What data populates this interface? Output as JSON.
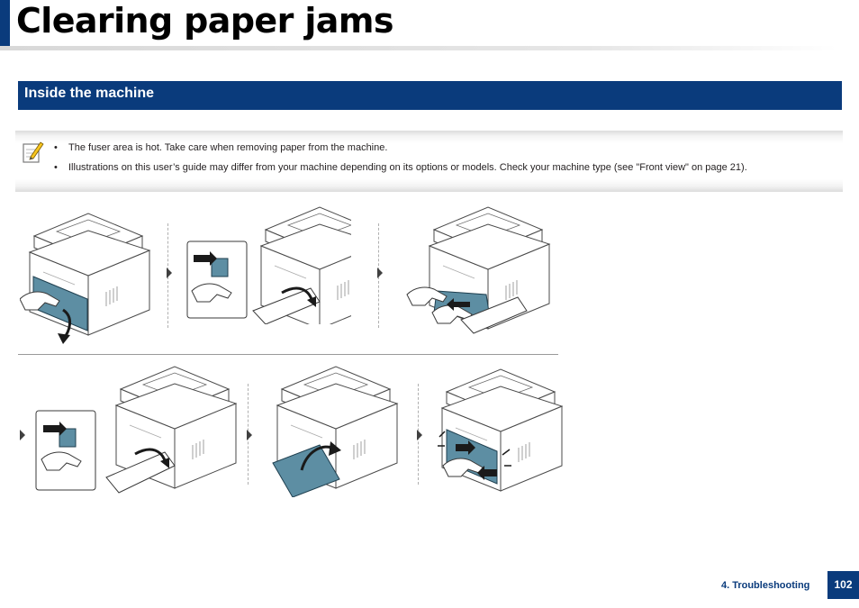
{
  "page": {
    "title": "Clearing paper jams",
    "section": "Inside the machine"
  },
  "note": {
    "icon": "note-pencil-icon",
    "items": [
      "The fuser area is hot. Take care when removing paper from the machine.",
      "Illustrations on this user’s guide may differ from your machine depending on its options or models. Check your machine type (see \"Front view\" on page 21)."
    ]
  },
  "steps": [
    {
      "icon": "printer-open-side-cover-icon"
    },
    {
      "icon": "fuser-lever-down-icon"
    },
    {
      "icon": "remove-jammed-paper-icon"
    },
    {
      "icon": "fuser-lever-up-icon"
    },
    {
      "icon": "close-rear-door-icon"
    },
    {
      "icon": "close-side-cover-icon"
    }
  ],
  "footer": {
    "chapter": "4.  Troubleshooting",
    "page_number": "102"
  },
  "colors": {
    "brand": "#0a3b7c",
    "accent_part": "#5d8ea3"
  }
}
